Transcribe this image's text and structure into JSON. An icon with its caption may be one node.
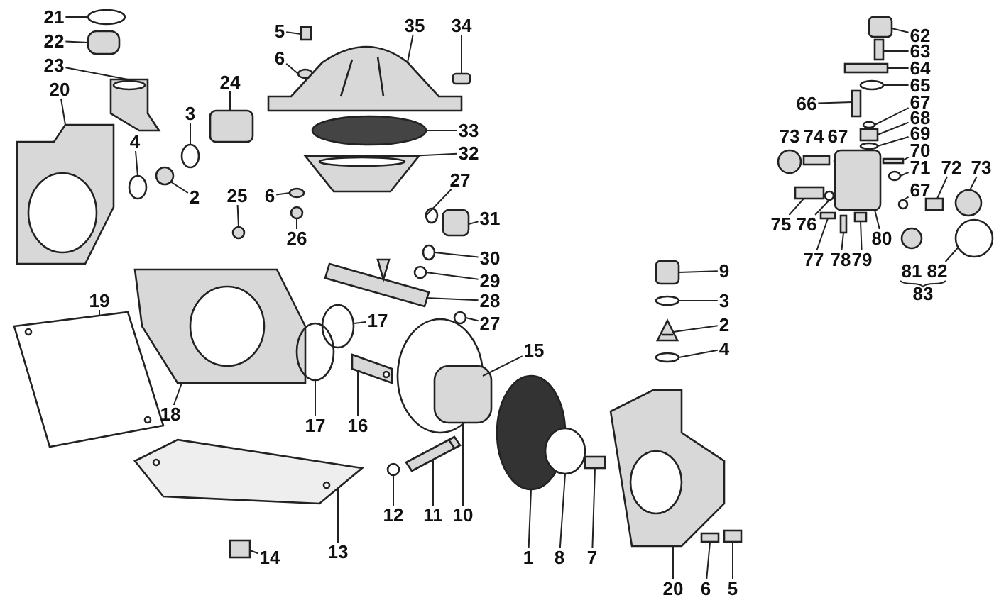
{
  "diagram": {
    "nodes": [
      {
        "text": [
          "21"
        ]
      },
      {
        "text": [
          "22"
        ]
      },
      {
        "text": [
          "23"
        ]
      },
      {
        "text": [
          "20"
        ]
      },
      {
        "text": [
          "5"
        ]
      },
      {
        "text": [
          "6"
        ]
      },
      {
        "text": [
          "35"
        ]
      },
      {
        "text": [
          "34"
        ]
      },
      {
        "text": [
          "24"
        ]
      },
      {
        "text": [
          "3"
        ]
      },
      {
        "text": [
          "4"
        ]
      },
      {
        "text": [
          "2"
        ]
      },
      {
        "text": [
          "33"
        ]
      },
      {
        "text": [
          "32"
        ]
      },
      {
        "text": [
          "6"
        ]
      },
      {
        "text": [
          "25"
        ]
      },
      {
        "text": [
          "26"
        ]
      },
      {
        "text": [
          "27"
        ]
      },
      {
        "text": [
          "31"
        ]
      },
      {
        "text": [
          "30"
        ]
      },
      {
        "text": [
          "29"
        ]
      },
      {
        "text": [
          "28"
        ]
      },
      {
        "text": [
          "27"
        ]
      },
      {
        "text": [
          "19"
        ]
      },
      {
        "text": [
          "18"
        ]
      },
      {
        "text": [
          "17"
        ]
      },
      {
        "text": [
          "15"
        ]
      },
      {
        "text": [
          "17"
        ]
      },
      {
        "text": [
          "16"
        ]
      },
      {
        "text": [
          "12"
        ]
      },
      {
        "text": [
          "11"
        ]
      },
      {
        "text": [
          "10"
        ]
      },
      {
        "text": [
          "1"
        ]
      },
      {
        "text": [
          "8"
        ]
      },
      {
        "text": [
          "7"
        ]
      },
      {
        "text": [
          "13"
        ]
      },
      {
        "text": [
          "14"
        ]
      },
      {
        "text": [
          "9"
        ]
      },
      {
        "text": [
          "3"
        ]
      },
      {
        "text": [
          "2"
        ]
      },
      {
        "text": [
          "4"
        ]
      },
      {
        "text": [
          "20"
        ]
      },
      {
        "text": [
          "6"
        ]
      },
      {
        "text": [
          "5"
        ]
      },
      {
        "text": [
          "62"
        ]
      },
      {
        "text": [
          "63"
        ]
      },
      {
        "text": [
          "64"
        ]
      },
      {
        "text": [
          "65"
        ]
      },
      {
        "text": [
          "66"
        ]
      },
      {
        "text": [
          "67"
        ]
      },
      {
        "text": [
          "68"
        ]
      },
      {
        "text": [
          "69"
        ]
      },
      {
        "text": [
          "70"
        ]
      },
      {
        "text": [
          "71"
        ]
      },
      {
        "text": [
          "72"
        ]
      },
      {
        "text": [
          "73"
        ]
      },
      {
        "text": [
          "67"
        ]
      },
      {
        "text": [
          "75"
        ]
      },
      {
        "text": [
          "76"
        ]
      },
      {
        "text": [
          "77"
        ]
      },
      {
        "text": [
          "78"
        ]
      },
      {
        "text": [
          "79"
        ]
      },
      {
        "text": [
          "80"
        ]
      },
      {
        "text": [
          "82"
        ]
      },
      {
        "text": [],
        "shape": "circle"
      },
      {
        "text": [],
        "shape": "box"
      },
      {
        "text": [],
        "shape": "picture"
      },
      {
        "text": [],
        "shape": "picture"
      },
      {
        "text": [],
        "shape": "box"
      },
      {
        "text": [],
        "shape": "circle"
      },
      {
        "text": [],
        "shape": "picture"
      },
      {
        "text": [],
        "shape": "box"
      },
      {
        "text": [],
        "shape": "box"
      },
      {
        "text": [],
        "shape": "circle"
      },
      {
        "text": [],
        "shape": "circle"
      },
      {
        "text": [],
        "shape": "circle"
      },
      {
        "text": [],
        "shape": "circle"
      },
      {
        "text": [],
        "shape": "picture"
      },
      {
        "text": [],
        "shape": "circle"
      },
      {
        "text": [],
        "shape": "circle"
      },
      {
        "text": [],
        "shape": "circle"
      },
      {
        "text": [],
        "shape": "circle"
      },
      {
        "text": [],
        "shape": "box"
      },
      {
        "text": [],
        "shape": "circle"
      },
      {
        "text": [],
        "shape": "circle"
      },
      {
        "text": [],
        "shape": "picture"
      },
      {
        "text": [],
        "shape": "circle"
      },
      {
        "text": [],
        "shape": "picture"
      },
      {
        "text": [],
        "shape": "picture"
      },
      {
        "text": [],
        "shape": "circle"
      },
      {
        "text": [],
        "shape": "circle"
      },
      {
        "text": [],
        "shape": "circle"
      },
      {
        "text": [],
        "shape": "picture"
      },
      {
        "text": [],
        "shape": "circle"
      },
      {
        "text": [],
        "shape": "picture"
      },
      {
        "text": [],
        "shape": "box"
      },
      {
        "text": [],
        "shape": "circle"
      },
      {
        "text": [],
        "shape": "circle"
      },
      {
        "text": [],
        "shape": "box"
      },
      {
        "text": [],
        "shape": "picture"
      },
      {
        "text": [],
        "shape": "box"
      },
      {
        "text": [],
        "shape": "box"
      },
      {
        "text": [],
        "shape": "circle"
      },
      {
        "text": [],
        "shape": "picture"
      },
      {
        "text": [],
        "shape": "circle"
      },
      {
        "text": [],
        "shape": "picture"
      },
      {
        "text": [],
        "shape": "box"
      },
      {
        "text": [],
        "shape": "box"
      },
      {
        "text": [],
        "shape": "box"
      },
      {
        "text": [],
        "shape": "box"
      },
      {
        "text": [],
        "shape": "box"
      },
      {
        "text": [],
        "shape": "circle"
      },
      {
        "text": [],
        "shape": "box"
      },
      {
        "text": [],
        "shape": "circle"
      },
      {
        "text": [],
        "shape": "box"
      },
      {
        "text": [],
        "shape": "circle"
      },
      {
        "text": [],
        "shape": "box"
      },
      {
        "text": [],
        "shape": "circle"
      },
      {
        "text": [],
        "shape": "box"
      },
      {
        "text": [],
        "shape": "circle"
      },
      {
        "text": [],
        "shape": "circle"
      },
      {
        "text": [],
        "shape": "box"
      },
      {
        "text": [],
        "shape": "circle"
      },
      {
        "text": [],
        "shape": "box"
      },
      {
        "text": [],
        "shape": "box"
      },
      {
        "text": [],
        "shape": "box"
      },
      {
        "text": [],
        "shape": "box"
      },
      {
        "text": [],
        "shape": "circle"
      }
    ],
    "edges": [
      {
        "from": 0,
        "to": 64,
        "arrow": "none"
      },
      {
        "from": 1,
        "to": 65,
        "arrow": "none"
      },
      {
        "from": 2,
        "to": 66,
        "arrow": "none"
      },
      {
        "from": 3,
        "to": 67,
        "arrow": "none"
      },
      {
        "from": 4,
        "to": 68,
        "arrow": "none"
      },
      {
        "from": 5,
        "to": 69,
        "arrow": "none"
      },
      {
        "from": 6,
        "to": 70,
        "arrow": "none"
      },
      {
        "from": 7,
        "to": 71,
        "arrow": "none"
      },
      {
        "from": 8,
        "to": 72,
        "arrow": "none"
      },
      {
        "from": 9,
        "to": 73,
        "arrow": "none"
      },
      {
        "from": 10,
        "to": 74,
        "arrow": "none"
      },
      {
        "from": 11,
        "to": 75,
        "arrow": "none"
      },
      {
        "from": 12,
        "to": 76,
        "arrow": "none"
      },
      {
        "from": 13,
        "to": 77,
        "arrow": "none"
      },
      {
        "from": 14,
        "to": 78,
        "arrow": "none"
      },
      {
        "from": 15,
        "to": 79,
        "arrow": "none"
      },
      {
        "from": 16,
        "to": 80,
        "arrow": "none"
      },
      {
        "from": 17,
        "to": 81,
        "arrow": "none"
      },
      {
        "from": 18,
        "to": 82,
        "arrow": "none"
      },
      {
        "from": 19,
        "to": 83,
        "arrow": "none"
      },
      {
        "from": 20,
        "to": 84,
        "arrow": "none"
      },
      {
        "from": 21,
        "to": 85,
        "arrow": "none"
      },
      {
        "from": 22,
        "to": 86,
        "arrow": "none"
      },
      {
        "from": 23,
        "to": 87,
        "arrow": "none"
      },
      {
        "from": 24,
        "to": 88,
        "arrow": "none"
      },
      {
        "from": 25,
        "to": 89,
        "arrow": "none"
      },
      {
        "from": 26,
        "to": 90,
        "arrow": "none"
      },
      {
        "from": 27,
        "to": 91,
        "arrow": "none"
      },
      {
        "from": 28,
        "to": 92,
        "arrow": "none"
      },
      {
        "from": 29,
        "to": 93,
        "arrow": "none"
      },
      {
        "from": 30,
        "to": 94,
        "arrow": "none"
      },
      {
        "from": 31,
        "to": 95,
        "arrow": "none"
      },
      {
        "from": 32,
        "to": 96,
        "arrow": "none"
      },
      {
        "from": 33,
        "to": 97,
        "arrow": "none"
      },
      {
        "from": 34,
        "to": 98,
        "arrow": "none"
      },
      {
        "from": 35,
        "to": 99,
        "arrow": "none"
      },
      {
        "from": 36,
        "to": 100,
        "arrow": "none"
      },
      {
        "from": 37,
        "to": 101,
        "arrow": "none"
      },
      {
        "from": 38,
        "to": 102,
        "arrow": "none"
      },
      {
        "from": 39,
        "to": 103,
        "arrow": "none"
      },
      {
        "from": 40,
        "to": 104,
        "arrow": "none"
      },
      {
        "from": 41,
        "to": 105,
        "arrow": "none"
      },
      {
        "from": 42,
        "to": 106,
        "arrow": "none"
      },
      {
        "from": 43,
        "to": 107,
        "arrow": "none"
      },
      {
        "from": 44,
        "to": 108,
        "arrow": "none"
      },
      {
        "from": 45,
        "to": 109,
        "arrow": "none"
      },
      {
        "from": 46,
        "to": 110,
        "arrow": "none"
      },
      {
        "from": 47,
        "to": 111,
        "arrow": "none"
      },
      {
        "from": 48,
        "to": 112,
        "arrow": "none"
      },
      {
        "from": 49,
        "to": 113,
        "arrow": "none"
      },
      {
        "from": 50,
        "to": 114,
        "arrow": "none"
      },
      {
        "from": 51,
        "to": 115,
        "arrow": "none"
      },
      {
        "from": 52,
        "to": 116,
        "arrow": "none"
      },
      {
        "from": 53,
        "to": 117,
        "arrow": "none"
      },
      {
        "from": 54,
        "to": 118,
        "arrow": "none"
      },
      {
        "from": 55,
        "to": 119,
        "arrow": "none"
      },
      {
        "from": 56,
        "to": 120,
        "arrow": "none"
      },
      {
        "from": 57,
        "to": 121,
        "arrow": "none"
      },
      {
        "from": 58,
        "to": 122,
        "arrow": "none"
      },
      {
        "from": 59,
        "to": 123,
        "arrow": "none"
      },
      {
        "from": 60,
        "to": 124,
        "arrow": "none"
      },
      {
        "from": 61,
        "to": 125,
        "arrow": "none"
      },
      {
        "from": 62,
        "to": 126,
        "arrow": "none"
      },
      {
        "from": 63,
        "to": 127,
        "arrow": "none"
      }
    ],
    "labels": [
      "73",
      "74",
      "67",
      "81",
      "83"
    ]
  }
}
